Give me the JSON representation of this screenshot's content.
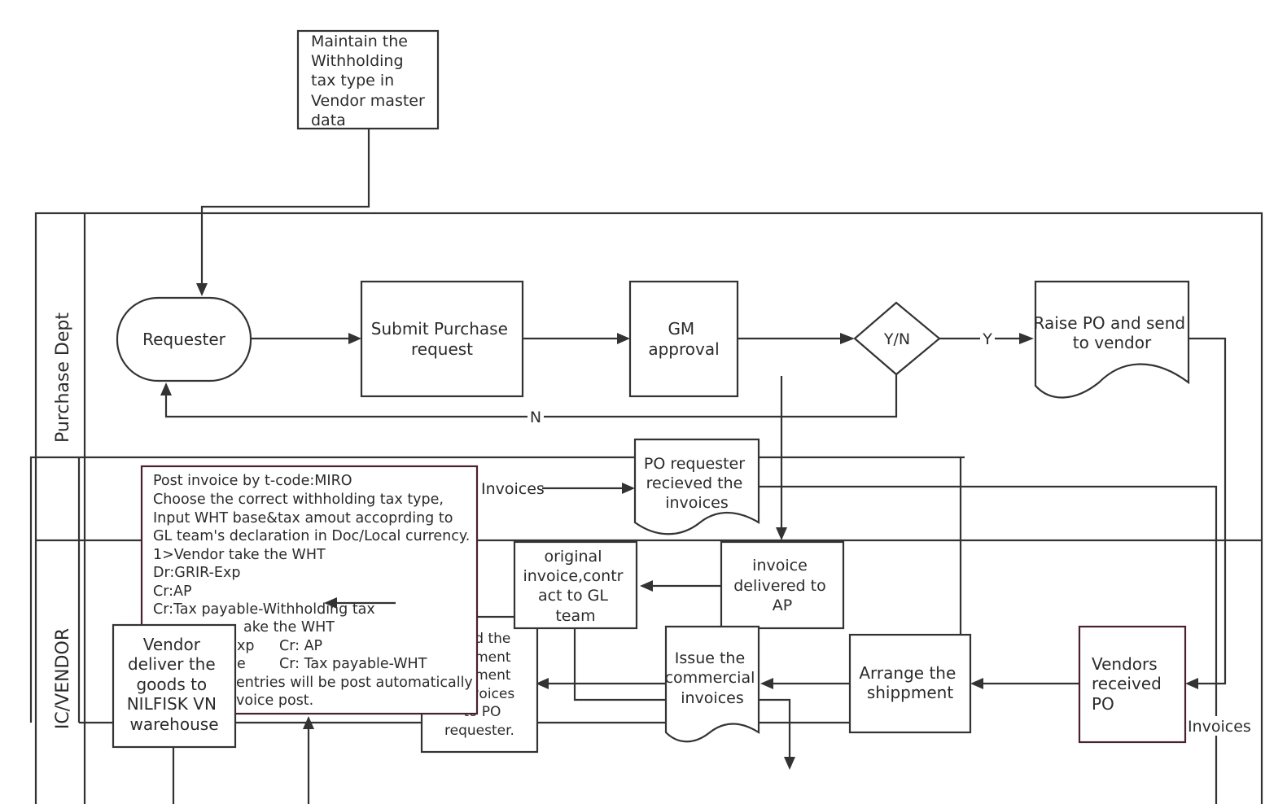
{
  "lanes": {
    "purchase": "Purchase Dept",
    "vendor": "IC/VENDOR"
  },
  "nodes": {
    "maintain_wht": [
      "Maintain the",
      "Withholding",
      "tax type in",
      "Vendor master",
      "data"
    ],
    "requester": "Requester",
    "submit_pr": [
      "Submit Purchase",
      "request"
    ],
    "gm_approval": [
      "GM",
      "approval"
    ],
    "decision": "Y/N",
    "raise_po": [
      "Raise PO and send",
      "to vendor"
    ],
    "po_requester_received": [
      "PO requester",
      "recieved the",
      "invoices"
    ],
    "invoice_delivered": [
      "invoice",
      "delivered to",
      "AP"
    ],
    "original_invoice": [
      "original",
      "invoice,contr",
      "act to GL",
      "team"
    ],
    "send_docs": [
      "d the",
      "ment",
      "ment",
      "voices",
      "to PO",
      "requester."
    ],
    "issue_invoices": [
      "Issue the",
      "commercial",
      "invoices"
    ],
    "arrange_shipment": [
      "Arrange the",
      "shippment"
    ],
    "vendors_received": [
      "Vendors",
      "received",
      "PO"
    ],
    "vendor_deliver": [
      "Vendor",
      "deliver the",
      "goods to",
      "NILFISK VN",
      "warehouse"
    ]
  },
  "note": {
    "lines": [
      "Post invoice by t-code:MIRO",
      "Choose the correct withholding tax type,",
      "Input WHT base&tax amout accoprding to",
      "GL team's declaration in Doc/Local currency.",
      "  1>Vendor take the WHT",
      "Dr:GRIR-Exp",
      "Cr:AP",
      "Cr:Tax payable-Withholding tax",
      "ake the WHT",
      "xp",
      "Cr:  AP",
      "e",
      "Cr: Tax payable-WHT",
      "entries will be post automatically",
      "voice post."
    ]
  },
  "edge_labels": {
    "yes": "Y",
    "no": "N",
    "invoices_1": "Invoices",
    "invoices_2": "Invoices"
  }
}
